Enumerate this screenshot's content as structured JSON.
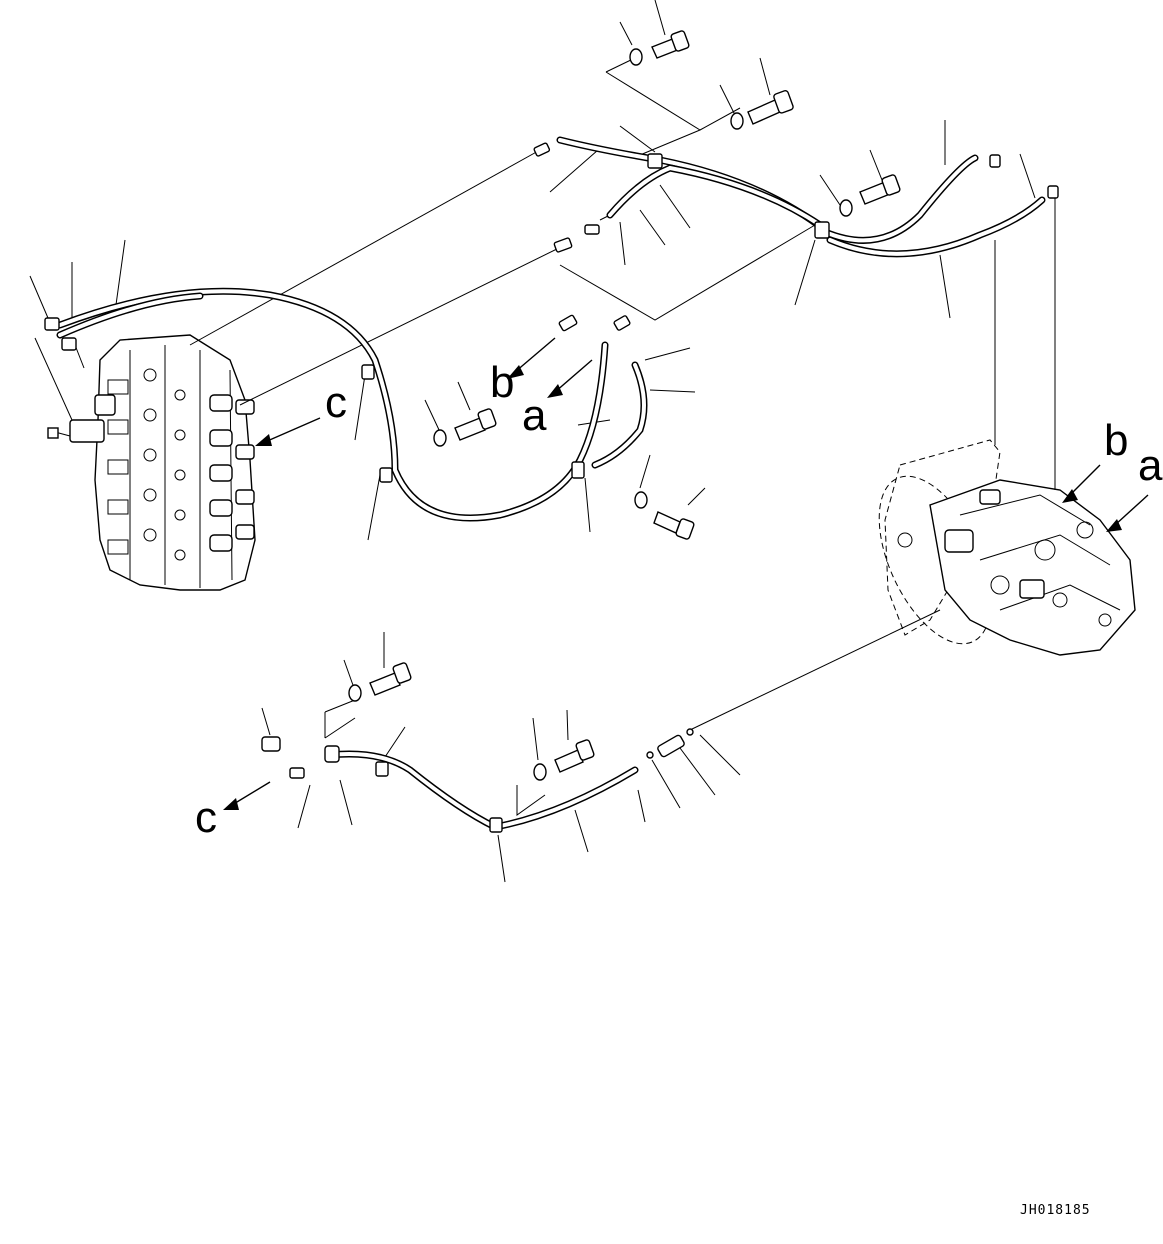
{
  "drawing": {
    "code": "JH018185",
    "markers": {
      "a_upper": "a",
      "b_upper": "b",
      "c_upper": "c",
      "b_right": "b",
      "a_right": "a",
      "c_lower": "c"
    }
  },
  "icons": {
    "control_valve": "control-valve-assembly-icon",
    "pump": "hydraulic-pump-assembly-icon",
    "bolt": "bolt-icon",
    "washer": "washer-icon",
    "hose": "hose-icon",
    "fitting": "fitting-icon",
    "clamp": "clamp-icon"
  }
}
